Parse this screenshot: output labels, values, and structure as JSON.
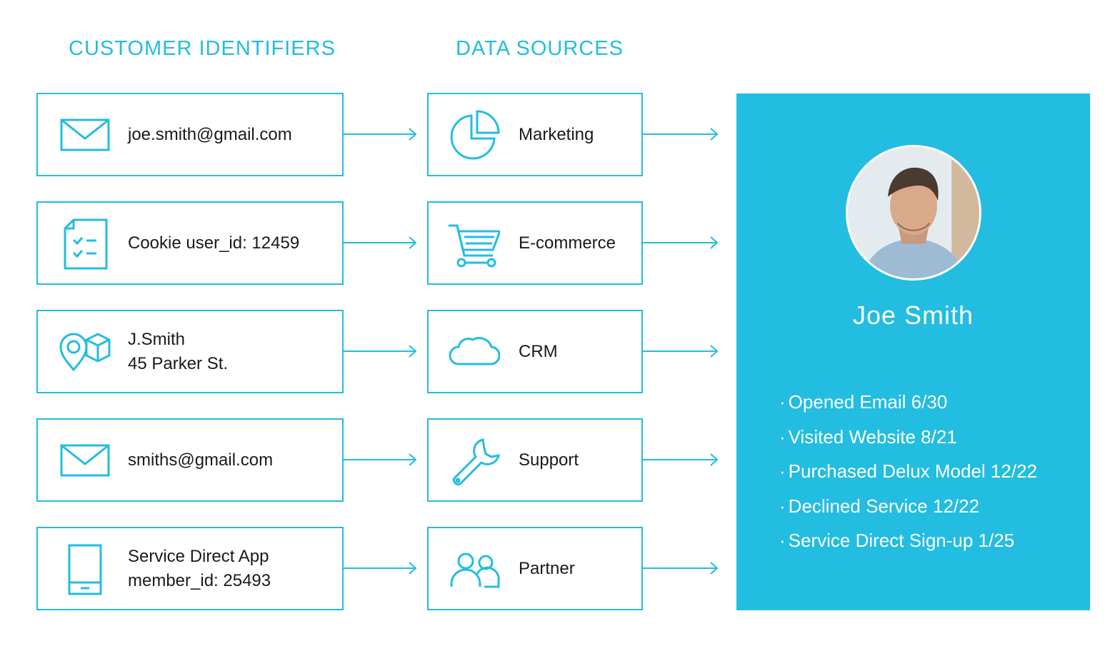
{
  "headings": {
    "identifiers": "CUSTOMER IDENTIFIERS",
    "sources": "DATA SOURCES"
  },
  "identifiers": [
    {
      "icon": "envelope-icon",
      "lines": [
        "joe.smith@gmail.com"
      ]
    },
    {
      "icon": "checklist-document-icon",
      "lines": [
        "Cookie user_id: 12459"
      ]
    },
    {
      "icon": "location-package-icon",
      "lines": [
        "J.Smith",
        "45 Parker St."
      ]
    },
    {
      "icon": "envelope-icon",
      "lines": [
        "smiths@gmail.com"
      ]
    },
    {
      "icon": "mobile-phone-icon",
      "lines": [
        "Service Direct App",
        "member_id: 25493"
      ]
    }
  ],
  "sources": [
    {
      "icon": "pie-chart-icon",
      "label": "Marketing"
    },
    {
      "icon": "shopping-cart-icon",
      "label": "E-commerce"
    },
    {
      "icon": "cloud-icon",
      "label": "CRM"
    },
    {
      "icon": "wrench-icon",
      "label": "Support"
    },
    {
      "icon": "people-icon",
      "label": "Partner"
    }
  ],
  "profile": {
    "name": "Joe Smith",
    "avatar": "customer-photo",
    "bullet": "·",
    "activity": [
      "Opened Email 6/30",
      "Visited Website 8/21",
      "Purchased Delux Model 12/22",
      "Declined Service 12/22",
      "Service Direct Sign-up 1/25"
    ]
  },
  "colors": {
    "accent": "#22bde0",
    "text": "#1a1a1a",
    "panel_text": "#ffffff"
  }
}
